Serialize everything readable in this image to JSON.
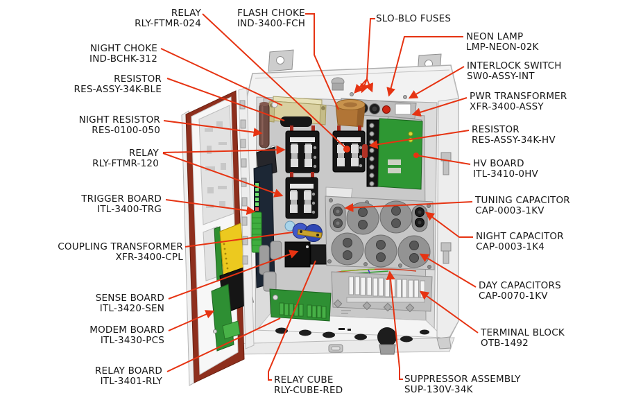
{
  "diagram": {
    "type": "labeled-technical-illustration",
    "subject_shown": "electrical control cabinet with open door"
  },
  "colors": {
    "leader_line": "#e63312",
    "label_text": "#161616",
    "cabinet_body": "#f2f2f2",
    "mounting_panel": "#c9c9c9",
    "door_liner_red": "#8e2f1d",
    "pcb_green": "#2e9733",
    "choke_copper": "#b5793a",
    "neon_lamp_red": "#cf2512",
    "component_yellow": "#ecc91f",
    "capacitor_blue": "#3a51c2"
  },
  "callouts": [
    {
      "id": "relay-ftmr-024",
      "name": "RELAY",
      "part": "RLY-FTMR-024"
    },
    {
      "id": "flash-choke",
      "name": "FLASH CHOKE",
      "part": "IND-3400-FCH"
    },
    {
      "id": "slo-blo-fuses",
      "name": "SLO-BLO FUSES",
      "part": ""
    },
    {
      "id": "neon-lamp",
      "name": "NEON LAMP",
      "part": "LMP-NEON-02K"
    },
    {
      "id": "interlock-switch",
      "name": "INTERLOCK SWITCH",
      "part": "SW0-ASSY-INT"
    },
    {
      "id": "pwr-transformer",
      "name": "PWR TRANSFORMER",
      "part": "XFR-3400-ASSY"
    },
    {
      "id": "resistor-hv",
      "name": "RESISTOR",
      "part": "RES-ASSY-34K-HV"
    },
    {
      "id": "hv-board",
      "name": "HV BOARD",
      "part": "ITL-3410-0HV"
    },
    {
      "id": "tuning-capacitor",
      "name": "TUNING CAPACITOR",
      "part": "CAP-0003-1KV"
    },
    {
      "id": "night-capacitor",
      "name": "NIGHT CAPACITOR",
      "part": "CAP-0003-1K4"
    },
    {
      "id": "day-capacitors",
      "name": "DAY CAPACITORS",
      "part": "CAP-0070-1KV"
    },
    {
      "id": "terminal-block",
      "name": "TERMINAL BLOCK",
      "part": "OTB-1492"
    },
    {
      "id": "suppressor-assembly",
      "name": "SUPPRESSOR ASSEMBLY",
      "part": "SUP-130V-34K"
    },
    {
      "id": "relay-cube",
      "name": "RELAY CUBE",
      "part": "RLY-CUBE-RED"
    },
    {
      "id": "relay-board",
      "name": "RELAY BOARD",
      "part": "ITL-3401-RLY"
    },
    {
      "id": "modem-board",
      "name": "MODEM BOARD",
      "part": "ITL-3430-PCS"
    },
    {
      "id": "sense-board",
      "name": "SENSE BOARD",
      "part": "ITL-3420-SEN"
    },
    {
      "id": "coupling-transformer",
      "name": "COUPLING TRANSFORMER",
      "part": "XFR-3400-CPL"
    },
    {
      "id": "trigger-board",
      "name": "TRIGGER BOARD",
      "part": "ITL-3400-TRG"
    },
    {
      "id": "relay-ftmr-120",
      "name": "RELAY",
      "part": "RLY-FTMR-120"
    },
    {
      "id": "night-resistor",
      "name": "NIGHT RESISTOR",
      "part": "RES-0100-050"
    },
    {
      "id": "resistor-ble",
      "name": "RESISTOR",
      "part": "RES-ASSY-34K-BLE"
    },
    {
      "id": "night-choke",
      "name": "NIGHT CHOKE",
      "part": "IND-BCHK-312"
    }
  ]
}
